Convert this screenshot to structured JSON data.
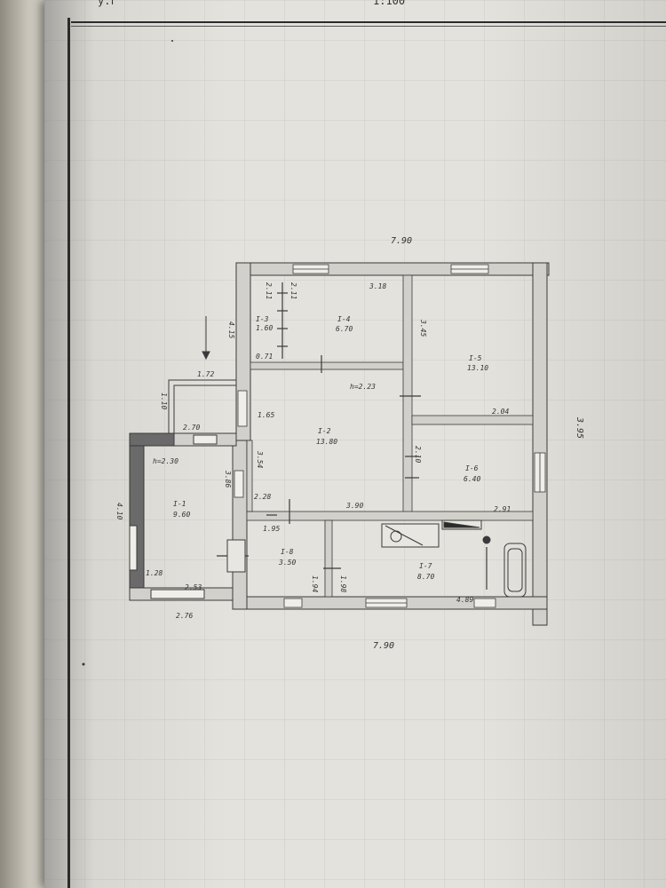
{
  "header": {
    "left_fragment": "у.г",
    "right_fragment": "1:100"
  },
  "dimensions": {
    "top_total": "7.90",
    "bottom_total": "7.90",
    "right_total": "3.95",
    "left_height": "4.15",
    "stair_width": "1.72",
    "stair_height": "1.10",
    "stair_top": "2.70",
    "hall_height": "1.65",
    "mid_height": "3.54",
    "porch_height": "3.86",
    "porch_left": "4.10",
    "porch_bottom": "2.53",
    "porch_outer": "2.76",
    "porch_corner": "1.28",
    "r4_top": "3.18",
    "r5_height": "3.45",
    "r5_bottom": "2.04",
    "r6_left": "2.10",
    "r6_bottom": "2.91",
    "r2_bottom": "3.90",
    "r8_top": "2.28",
    "r8_small": "1.95",
    "r8_left": "1.94",
    "r8_right": "1.98",
    "r7_right": "4.89",
    "r3_top": "2.11",
    "r3_top_b": "2.11",
    "r3_bottom": "0.71",
    "ceiling_porch": "h=2.30",
    "ceiling_main": "h=2.23"
  },
  "rooms": [
    {
      "no": "I-1",
      "area": "9.60"
    },
    {
      "no": "I-2",
      "area": "13.80"
    },
    {
      "no": "I-3",
      "area": "1.60"
    },
    {
      "no": "I-4",
      "area": "6.70"
    },
    {
      "no": "I-5",
      "area": "13.10"
    },
    {
      "no": "I-6",
      "area": "6.40"
    },
    {
      "no": "I-7",
      "area": "8.70"
    },
    {
      "no": "I-8",
      "area": "3.50"
    }
  ],
  "colors": {
    "wall": "#d2d0ca",
    "wall_stroke": "#3a3a3a",
    "porch_wall": "#6a6a6a",
    "ink": "#333333"
  }
}
